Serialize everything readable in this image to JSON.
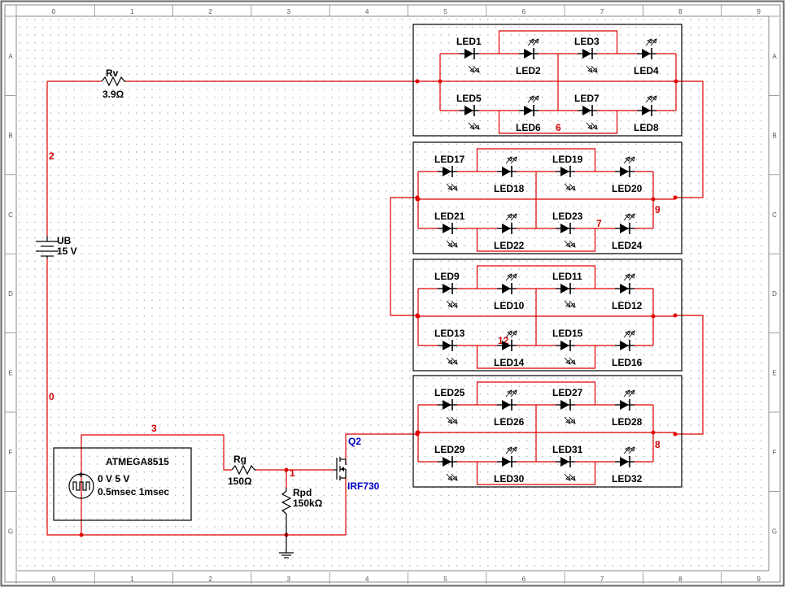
{
  "sheet": {
    "col_labels": [
      "0",
      "1",
      "2",
      "3",
      "4",
      "5",
      "6",
      "7",
      "8",
      "9"
    ],
    "row_labels": [
      "A",
      "B",
      "C",
      "D",
      "E",
      "F",
      "G"
    ]
  },
  "colors": {
    "wire": "#e00000",
    "component": "#000000",
    "net_label": "#d00000",
    "mosfet_label": "#0000c8",
    "grid_dot": "#9a9a9a"
  },
  "components": {
    "rv": {
      "name": "Rv",
      "value": "3.9Ω"
    },
    "ub": {
      "name": "UB",
      "value": "15 V"
    },
    "rg": {
      "name": "Rg",
      "value": "150Ω"
    },
    "rpd": {
      "name": "Rpd",
      "value": "150kΩ"
    },
    "q2": {
      "name": "Q2",
      "model": "IRF730"
    },
    "mcu": {
      "name": "ATMEGA8515",
      "line1": "0 V 5 V",
      "line2": "0.5msec 1msec"
    }
  },
  "nets": {
    "n0": "0",
    "n1": "1",
    "n2": "2",
    "n3": "3",
    "n6": "6",
    "n7": "7",
    "n8": "8",
    "n9": "9",
    "n12": "12"
  },
  "led_modules": [
    {
      "leds": [
        "LED1",
        "LED2",
        "LED3",
        "LED4",
        "LED5",
        "LED6",
        "LED7",
        "LED8"
      ]
    },
    {
      "leds": [
        "LED17",
        "LED18",
        "LED19",
        "LED20",
        "LED21",
        "LED22",
        "LED23",
        "LED24"
      ]
    },
    {
      "leds": [
        "LED9",
        "LED10",
        "LED11",
        "LED12",
        "LED13",
        "LED14",
        "LED15",
        "LED16"
      ]
    },
    {
      "leds": [
        "LED25",
        "LED26",
        "LED27",
        "LED28",
        "LED29",
        "LED30",
        "LED31",
        "LED32"
      ]
    }
  ]
}
